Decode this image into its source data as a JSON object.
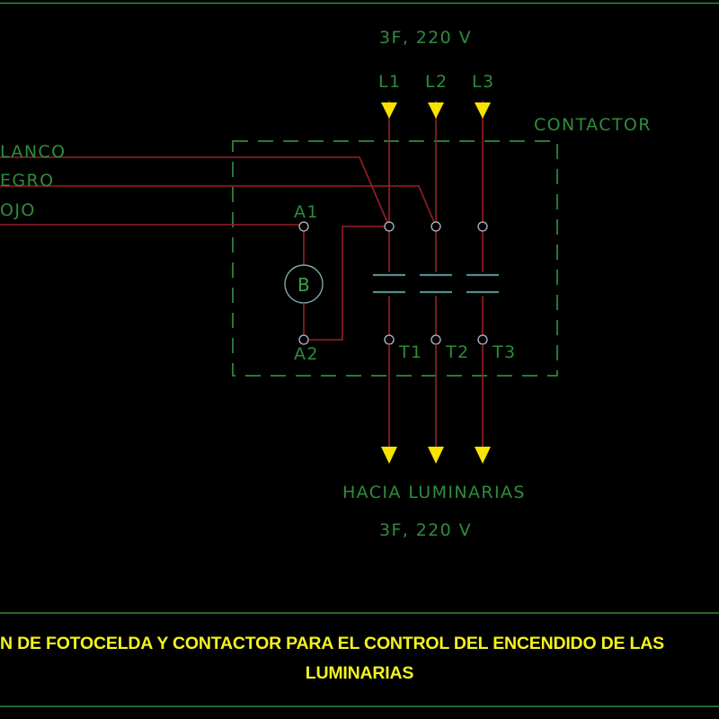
{
  "document": {
    "background_color": "#000000",
    "title_line_1": "N DE FOTOCELDA Y CONTACTOR PARA EL CONTROL DEL ENCENDIDO DE LAS",
    "title_line_2": "LUMINARIAS"
  },
  "colors": {
    "wire_red": "#9c1e24",
    "label_green": "#2f8c3c",
    "arrow_yellow": "#f7e200",
    "contact_teal": "#4e8f8c",
    "node_gray": "#b9b9c9",
    "title_yellow": "#f3f31e"
  },
  "supply": {
    "top_label": "3F,  220  V",
    "phase_labels": [
      "L1",
      "L2",
      "L3"
    ]
  },
  "contactor": {
    "label": "CONTACTOR",
    "coil_terminals": [
      "A1",
      "A2"
    ],
    "coil_letter": "B",
    "output_terminals": [
      "T1",
      "T2",
      "T3"
    ]
  },
  "photocell": {
    "wire_labels": [
      "LANCO",
      "EGRO",
      "OJO"
    ]
  },
  "load": {
    "label": "HACIA  LUMINARIAS",
    "voltage": "3F,  220  V"
  }
}
